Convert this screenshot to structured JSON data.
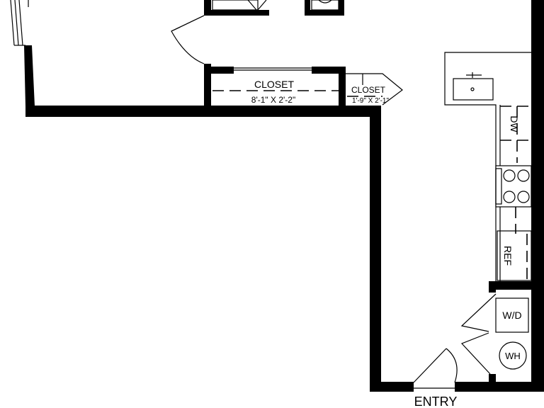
{
  "floorplan": {
    "closet_main": {
      "label": "CLOSET",
      "dims": "8'-1\" X 2'-2\""
    },
    "closet_small": {
      "label": "CLOSET",
      "dims": "1'-9\" X 2'-1\""
    },
    "kitchen": {
      "dw": "DW",
      "ref": "REF"
    },
    "laundry": {
      "wd": "W/D",
      "wh": "WH"
    },
    "entry": "ENTRY"
  }
}
